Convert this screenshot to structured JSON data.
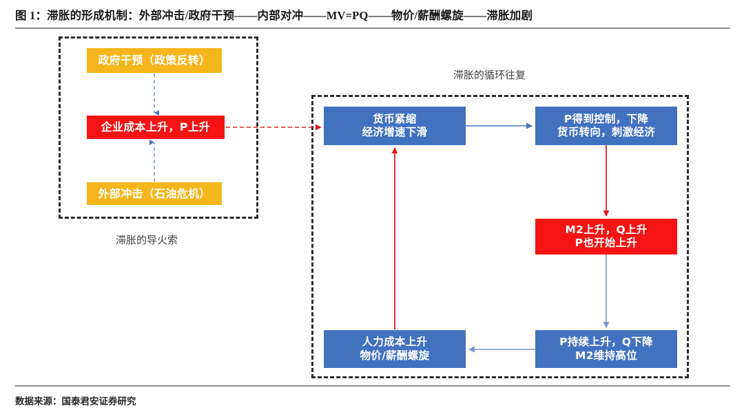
{
  "figure": {
    "title": "图 1：滞胀的形成机制：外部冲击/政府干预——内部对冲——MV=PQ——物价/薪酬螺旋——滞胀加剧",
    "source": "数据来源：国泰君安证券研究"
  },
  "groups": {
    "left": {
      "caption": "滞胀的导火索"
    },
    "right": {
      "caption": "滞胀的循环往复"
    }
  },
  "nodes": {
    "government_intervention": {
      "line1": "政府干预（政策反转）",
      "color": "#f5b61b"
    },
    "enterprise_cost": {
      "line1": "企业成本上升，P上升",
      "color": "#f51313"
    },
    "external_shock": {
      "line1": "外部冲击（石油危机）",
      "color": "#f5b61b"
    },
    "monetary_tightening": {
      "line1": "货币紧缩",
      "line2": "经济增速下滑",
      "color": "#4271c0"
    },
    "p_controlled": {
      "line1": "P得到控制，下降",
      "line2": "货币转向，刺激经济",
      "color": "#4271c0"
    },
    "m2_rising": {
      "line1": "M2上升，Q上升",
      "line2": "P也开始上升",
      "color": "#f51313"
    },
    "p_continues": {
      "line1": "P持续上升，Q下降",
      "line2": "M2维持高位",
      "color": "#4271c0"
    },
    "labor_cost": {
      "line1": "人力成本上升",
      "line2": "物价/薪酬螺旋",
      "color": "#4271c0"
    }
  },
  "connectors": {
    "gov_to_cost": {
      "style": "dashed",
      "color": "#4271c0",
      "direction": "down"
    },
    "shock_to_cost": {
      "style": "dashed",
      "color": "#4271c0",
      "direction": "up"
    },
    "cost_to_tightening": {
      "style": "dashed",
      "color": "#e81b1b",
      "direction": "right"
    },
    "tightening_to_pctrl": {
      "style": "solid",
      "color": "#4271c0",
      "direction": "right"
    },
    "pctrl_to_m2": {
      "style": "solid",
      "color": "#e81b1b",
      "direction": "down"
    },
    "m2_to_pcont": {
      "style": "solid",
      "color": "#7a96cc",
      "direction": "down"
    },
    "pcont_to_labor": {
      "style": "solid",
      "color": "#7a96cc",
      "direction": "left"
    },
    "labor_to_tightening": {
      "style": "solid",
      "color": "#e81b1b",
      "direction": "up"
    }
  },
  "palette": {
    "orange": "#f5b61b",
    "red": "#f51313",
    "blue": "#4271c0",
    "arrow_blue": "#7a96cc",
    "arrow_red": "#e81b1b",
    "dashed_border": "#2b2b2b",
    "rule": "#8d8d8d"
  }
}
